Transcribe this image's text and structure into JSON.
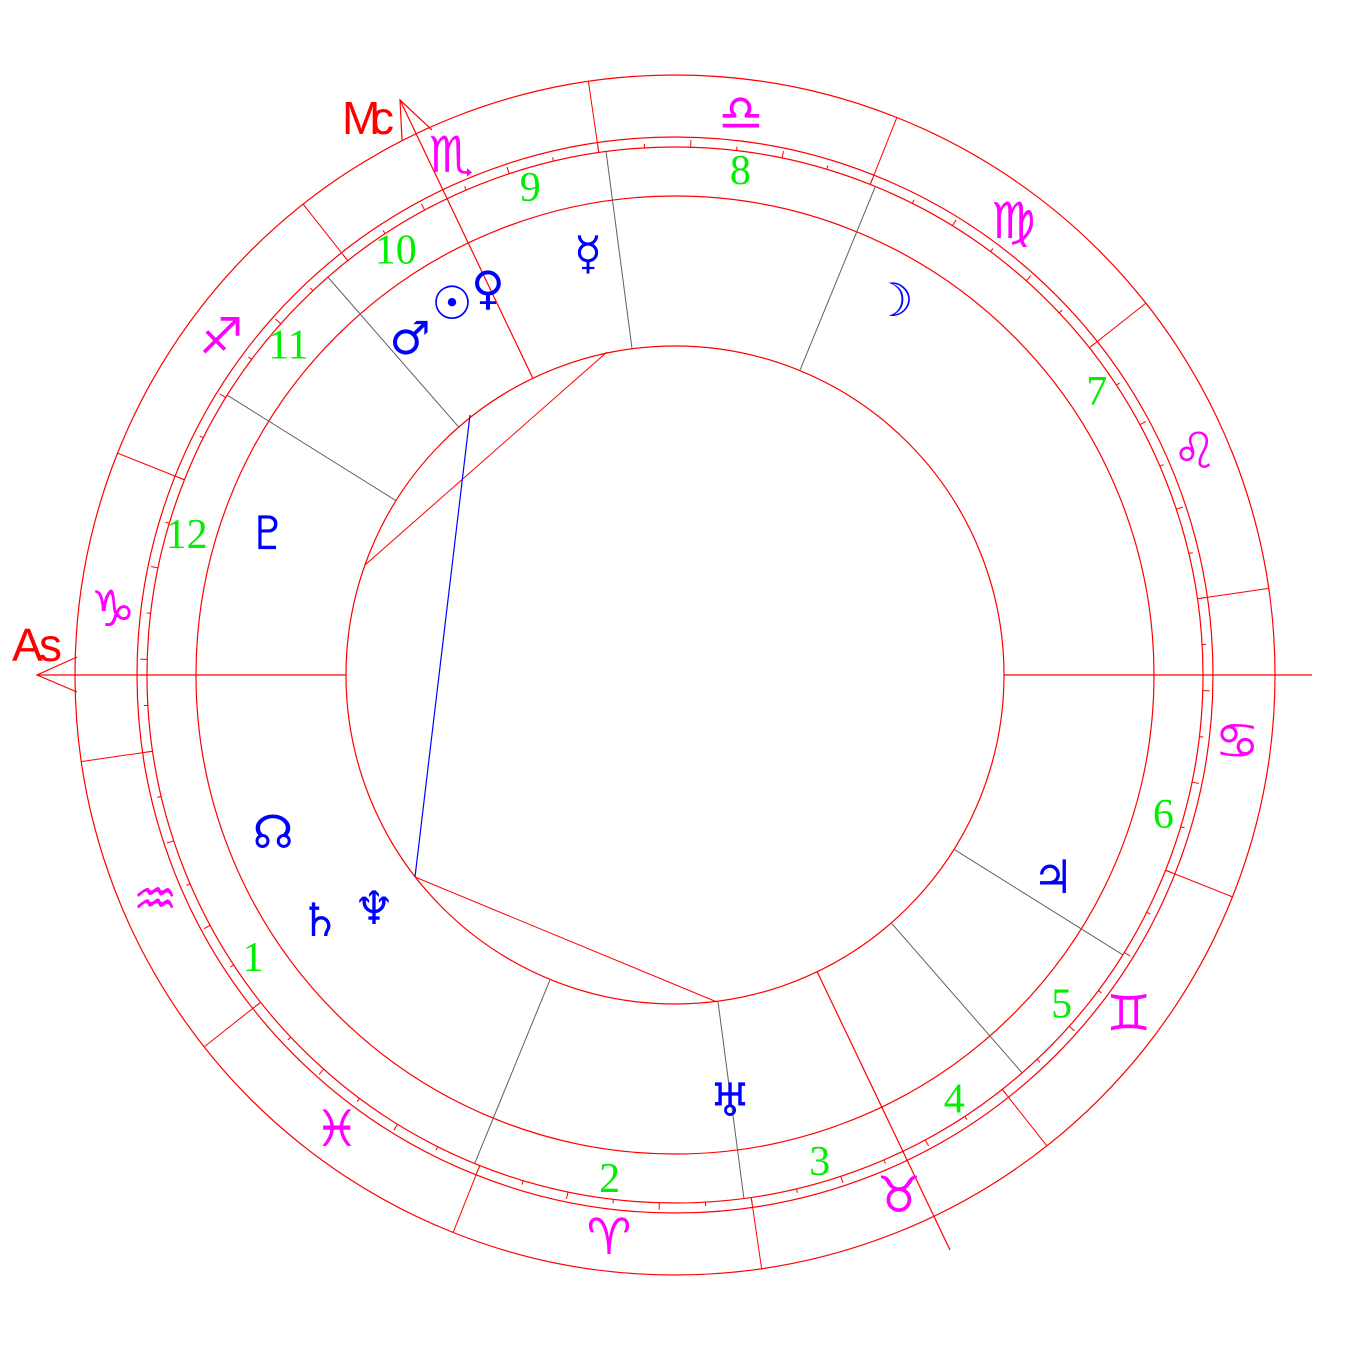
{
  "colors": {
    "lines": "#ff0000",
    "cusps": "#606060",
    "signs": "#ff00ff",
    "planets": "#0000ff",
    "houses": "#00ee00",
    "aspect_blue": "#0000ff",
    "aspect_red": "#ff0000"
  },
  "axes": {
    "ascendant": "As",
    "midheaven": "Mc"
  },
  "signs": [
    {
      "name": "leo",
      "glyph": "♌"
    },
    {
      "name": "virgo",
      "glyph": "♍"
    },
    {
      "name": "libra",
      "glyph": "♎"
    },
    {
      "name": "scorpio",
      "glyph": "♏"
    },
    {
      "name": "sagittarius",
      "glyph": "♐"
    },
    {
      "name": "capricorn",
      "glyph": "♑"
    },
    {
      "name": "aquarius",
      "glyph": "♒"
    },
    {
      "name": "pisces",
      "glyph": "♓"
    },
    {
      "name": "aries",
      "glyph": "♈"
    },
    {
      "name": "taurus",
      "glyph": "♉"
    },
    {
      "name": "gemini",
      "glyph": "♊"
    },
    {
      "name": "cancer",
      "glyph": "♋"
    }
  ],
  "houses": [
    "1",
    "2",
    "3",
    "4",
    "5",
    "6",
    "7",
    "8",
    "9",
    "10",
    "11",
    "12"
  ],
  "planets": [
    {
      "name": "sun",
      "glyph": "☉"
    },
    {
      "name": "moon",
      "glyph": "☽"
    },
    {
      "name": "mercury",
      "glyph": "☿"
    },
    {
      "name": "venus",
      "glyph": "♀"
    },
    {
      "name": "mars",
      "glyph": "♂"
    },
    {
      "name": "jupiter",
      "glyph": "♃"
    },
    {
      "name": "saturn",
      "glyph": "♄"
    },
    {
      "name": "uranus",
      "glyph": "♅"
    },
    {
      "name": "neptune",
      "glyph": "♆"
    },
    {
      "name": "pluto",
      "glyph": "♇"
    },
    {
      "name": "north-node",
      "glyph": "☊"
    }
  ]
}
